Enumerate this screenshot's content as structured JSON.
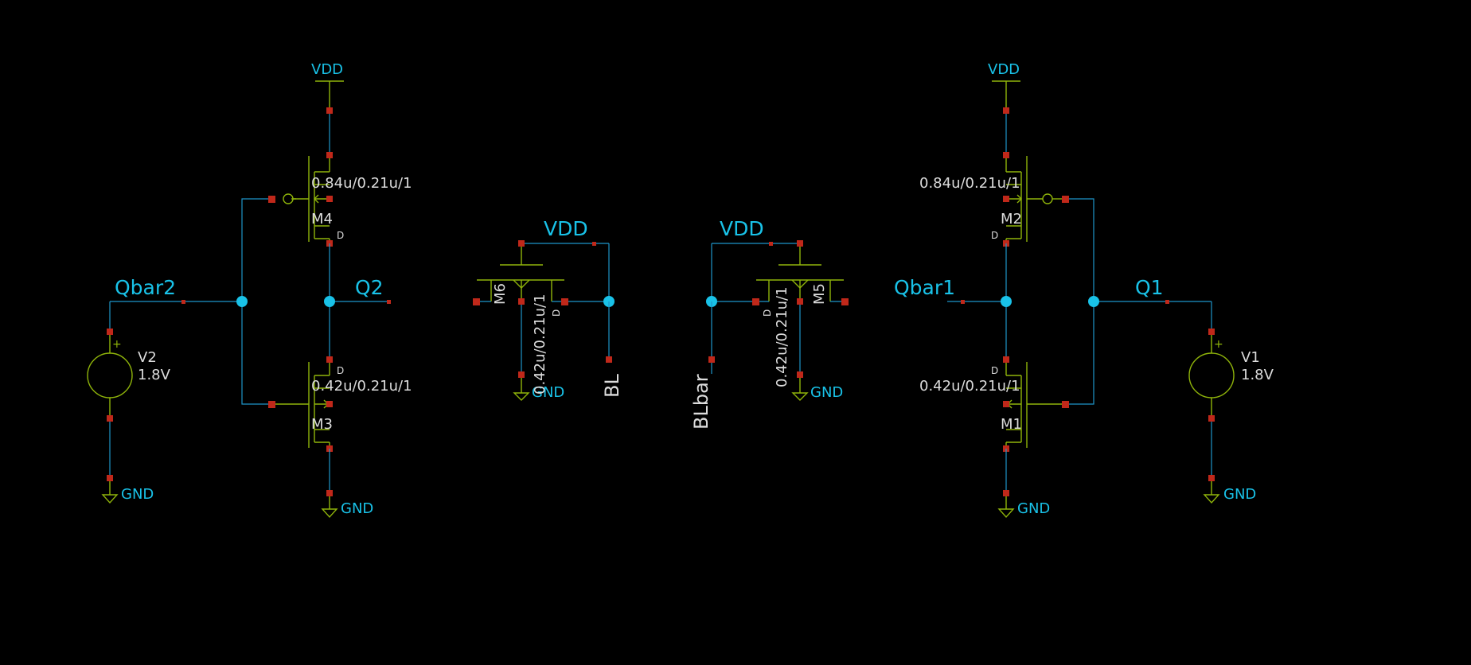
{
  "colors": {
    "background": "#000000",
    "wire": "#1e95c9",
    "symbol": "#8fb40a",
    "pin": "#c0281a",
    "junction": "#19c2e8",
    "net_label": "#19c2e8",
    "attribute": "#dcdcdc"
  },
  "nets": {
    "vdd": "VDD",
    "gnd": "GND",
    "qbar2": "Qbar2",
    "q2": "Q2",
    "qbar1": "Qbar1",
    "q1": "Q1",
    "bl": "BL",
    "blbar": "BLbar"
  },
  "components": {
    "m4": {
      "name": "M4",
      "size": "0.84u/0.21u/1",
      "drain": "D"
    },
    "m3": {
      "name": "M3",
      "size": "0.42u/0.21u/1",
      "drain": "D"
    },
    "m2": {
      "name": "M2",
      "size": "0.84u/0.21u/1",
      "drain": "D"
    },
    "m1": {
      "name": "M1",
      "size": "0.42u/0.21u/1",
      "drain": "D"
    },
    "m6": {
      "name": "M6",
      "size": "0.42u/0.21u/1",
      "drain": "D"
    },
    "m5": {
      "name": "M5",
      "size": "0.42u/0.21u/1",
      "drain": "D"
    },
    "v2": {
      "name": "V2",
      "value": "1.8V",
      "plus": "+"
    },
    "v1": {
      "name": "V1",
      "value": "1.8V",
      "plus": "+"
    }
  }
}
